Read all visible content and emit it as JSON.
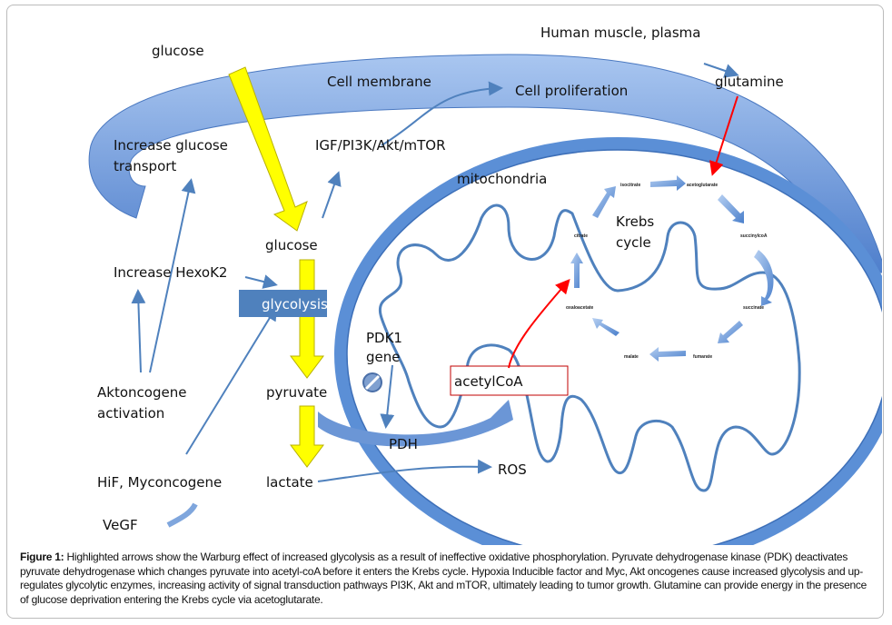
{
  "labels": {
    "glucose_top": "glucose",
    "human_muscle": "Human muscle, plasma",
    "cell_membrane": "Cell membrane",
    "cell_proliferation": "Cell proliferation",
    "glutamine": "glutamine",
    "increase_glucose_1": "Increase glucose",
    "increase_glucose_2": "transport",
    "igf": "IGF/PI3K/Akt/mTOR",
    "mitochondria": "mitochondria",
    "glucose_mid": "glucose",
    "increase_hexok2": "Increase HexoK2",
    "glycolysis": "glycolysis",
    "pdk1_1": "PDK1",
    "pdk1_2": "gene",
    "acetylcoa": "acetylCoA",
    "aktoncogene_1": "Aktoncogene",
    "aktoncogene_2": "activation",
    "pyruvate": "pyruvate",
    "pdh": "PDH",
    "hif": "HiF, Myconcogene",
    "lactate": "lactate",
    "ros": "ROS",
    "vegf": "VeGF",
    "krebs_1": "Krebs",
    "krebs_2": "cycle"
  },
  "krebs": {
    "isocitrate": "isocitrate",
    "acetoglutarate": "acetoglutarate",
    "succinylcoa": "succinylcoA",
    "succinate": "succinate",
    "fumarate": "fumarate",
    "malate": "malate",
    "oxaloacetate": "oxaloacetate",
    "citrate": "citrate"
  },
  "caption": {
    "label": "Figure 1:",
    "text": " Highlighted arrows show the Warburg effect of increased glycolysis as a result of ineffective oxidative phosphorylation. Pyruvate dehydrogenase kinase (PDK) deactivates pyruvate dehydrogenase which changes pyruvate into acetyl-coA before it enters the Krebs cycle. Hypoxia Inducible factor and Myc, Akt oncogenes cause increased glycolysis and up-regulates glycolytic enzymes, increasing activity of signal transduction pathways PI3K, Akt and mTOR, ultimately leading to tumor growth. Glutamine can provide energy in the presence of glucose deprivation entering the Krebs cycle via acetoglutarate."
  },
  "colors": {
    "membrane": "#5b8fd6",
    "highlight": "#ffff00",
    "red": "#ff0000",
    "line": "#4f81bd"
  }
}
